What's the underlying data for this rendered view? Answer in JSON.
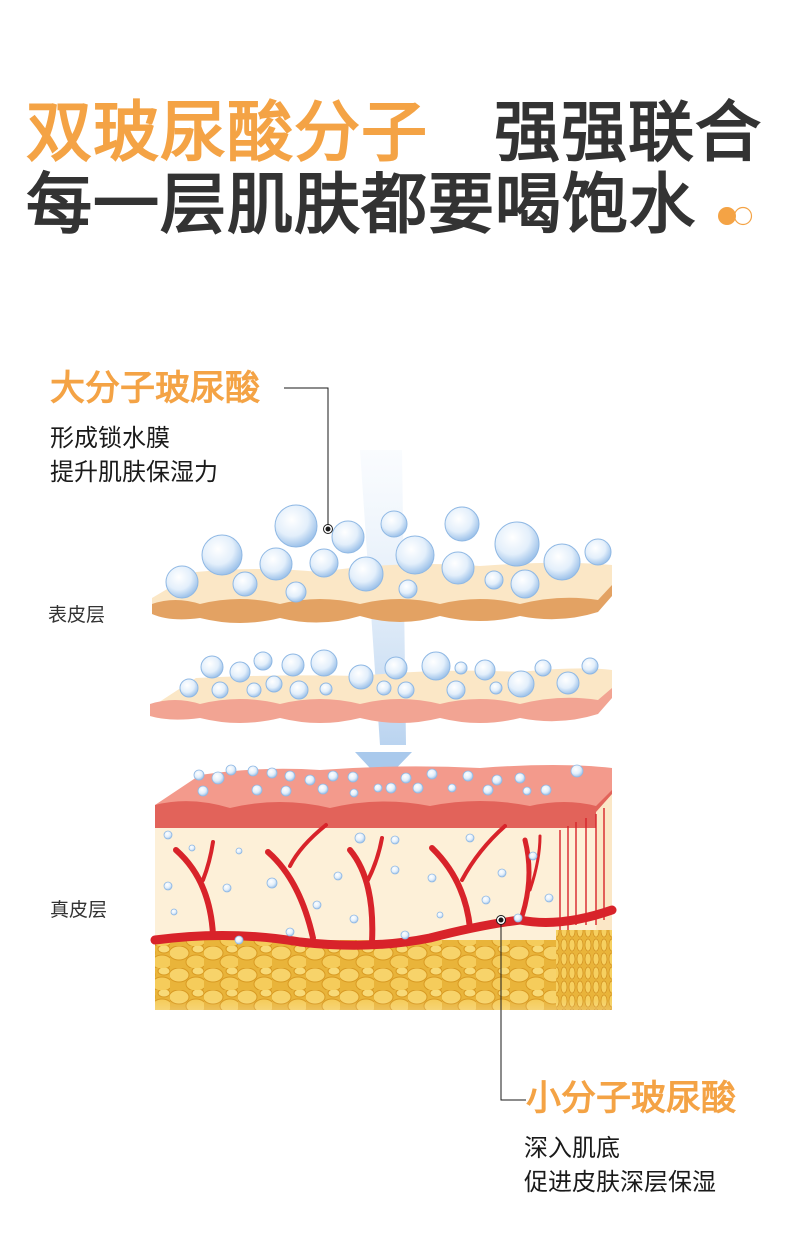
{
  "headline": {
    "line1_accent": "双玻尿酸分子",
    "line1_dark": "强强联合",
    "line2": "每一层肌肤都要喝饱水"
  },
  "decoration": {
    "dots_icon": "two-circles-icon",
    "accent_color": "#f4a345"
  },
  "callout_large": {
    "title": "大分子玻尿酸",
    "lines": [
      "形成锁水膜",
      "提升肌肤保湿力"
    ]
  },
  "callout_small": {
    "title": "小分子玻尿酸",
    "lines": [
      "深入肌底",
      "促进皮肤深层保湿"
    ]
  },
  "layers": {
    "epidermis": "表皮层",
    "dermis": "真皮层"
  },
  "colors": {
    "accent": "#f4a345",
    "text_dark": "#333333",
    "bubble": "#cfe3f7",
    "epidermis_top": "#fbe6c4",
    "epidermis_edge": "#e3a263",
    "layer2_edge": "#f2a493",
    "dermis_top": "#ef7f73",
    "vessel": "#d8232a",
    "fat": "#f0c040",
    "arrow": "#b3d0ee"
  }
}
